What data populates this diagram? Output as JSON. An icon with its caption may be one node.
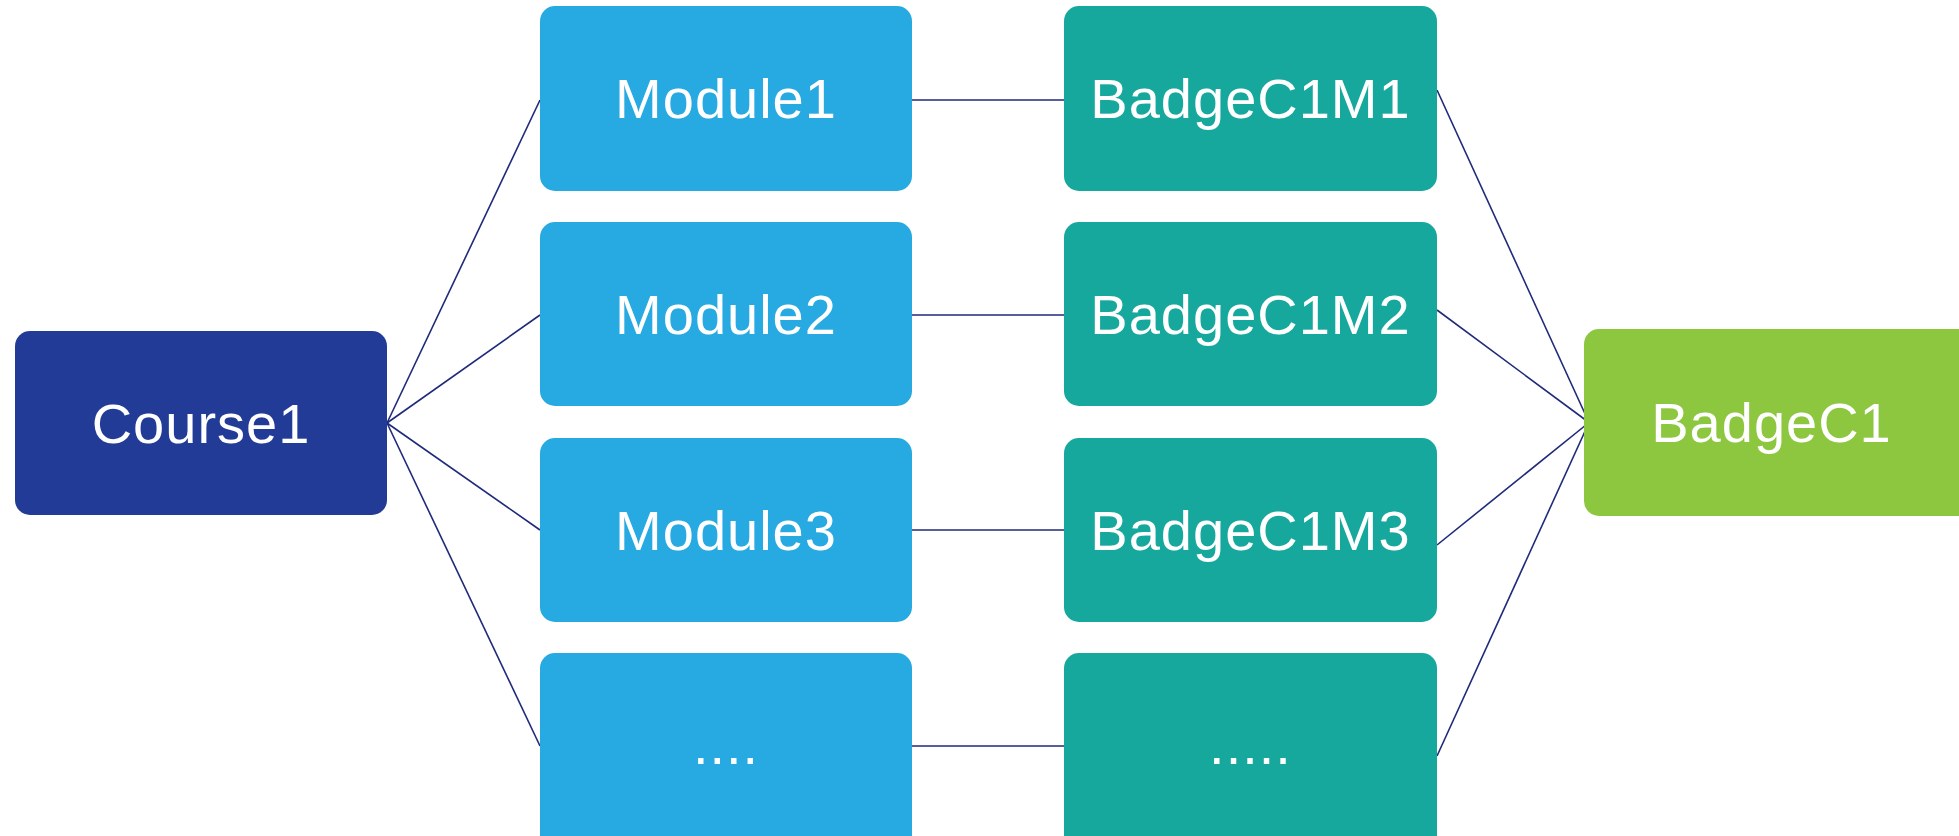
{
  "diagram": {
    "nodes": [
      {
        "text": [
          "Course1"
        ]
      },
      {
        "text": [
          "Module1"
        ]
      },
      {
        "text": [
          "Module2"
        ]
      },
      {
        "text": [
          "Module3"
        ]
      },
      {
        "text": [
          "...."
        ]
      },
      {
        "text": [
          "BadgeC1M1"
        ]
      },
      {
        "text": [
          "BadgeC1M2"
        ]
      },
      {
        "text": [
          "BadgeC1M3"
        ]
      },
      {
        "text": [
          "....."
        ]
      },
      {
        "text": [
          "BadgeC1"
        ]
      }
    ],
    "edges": [
      {
        "from": 0,
        "to": 1,
        "arrow": "none"
      },
      {
        "from": 0,
        "to": 2,
        "arrow": "none"
      },
      {
        "from": 0,
        "to": 3,
        "arrow": "none"
      },
      {
        "from": 0,
        "to": 4,
        "arrow": "none"
      },
      {
        "from": 1,
        "to": 5,
        "arrow": "none"
      },
      {
        "from": 2,
        "to": 6,
        "arrow": "none"
      },
      {
        "from": 3,
        "to": 7,
        "arrow": "none"
      },
      {
        "from": 4,
        "to": 8,
        "arrow": "none"
      },
      {
        "from": 5,
        "to": 9,
        "arrow": "none"
      },
      {
        "from": 6,
        "to": 9,
        "arrow": "none"
      },
      {
        "from": 7,
        "to": 9,
        "arrow": "none"
      },
      {
        "from": 8,
        "to": 9,
        "arrow": "none"
      }
    ]
  }
}
